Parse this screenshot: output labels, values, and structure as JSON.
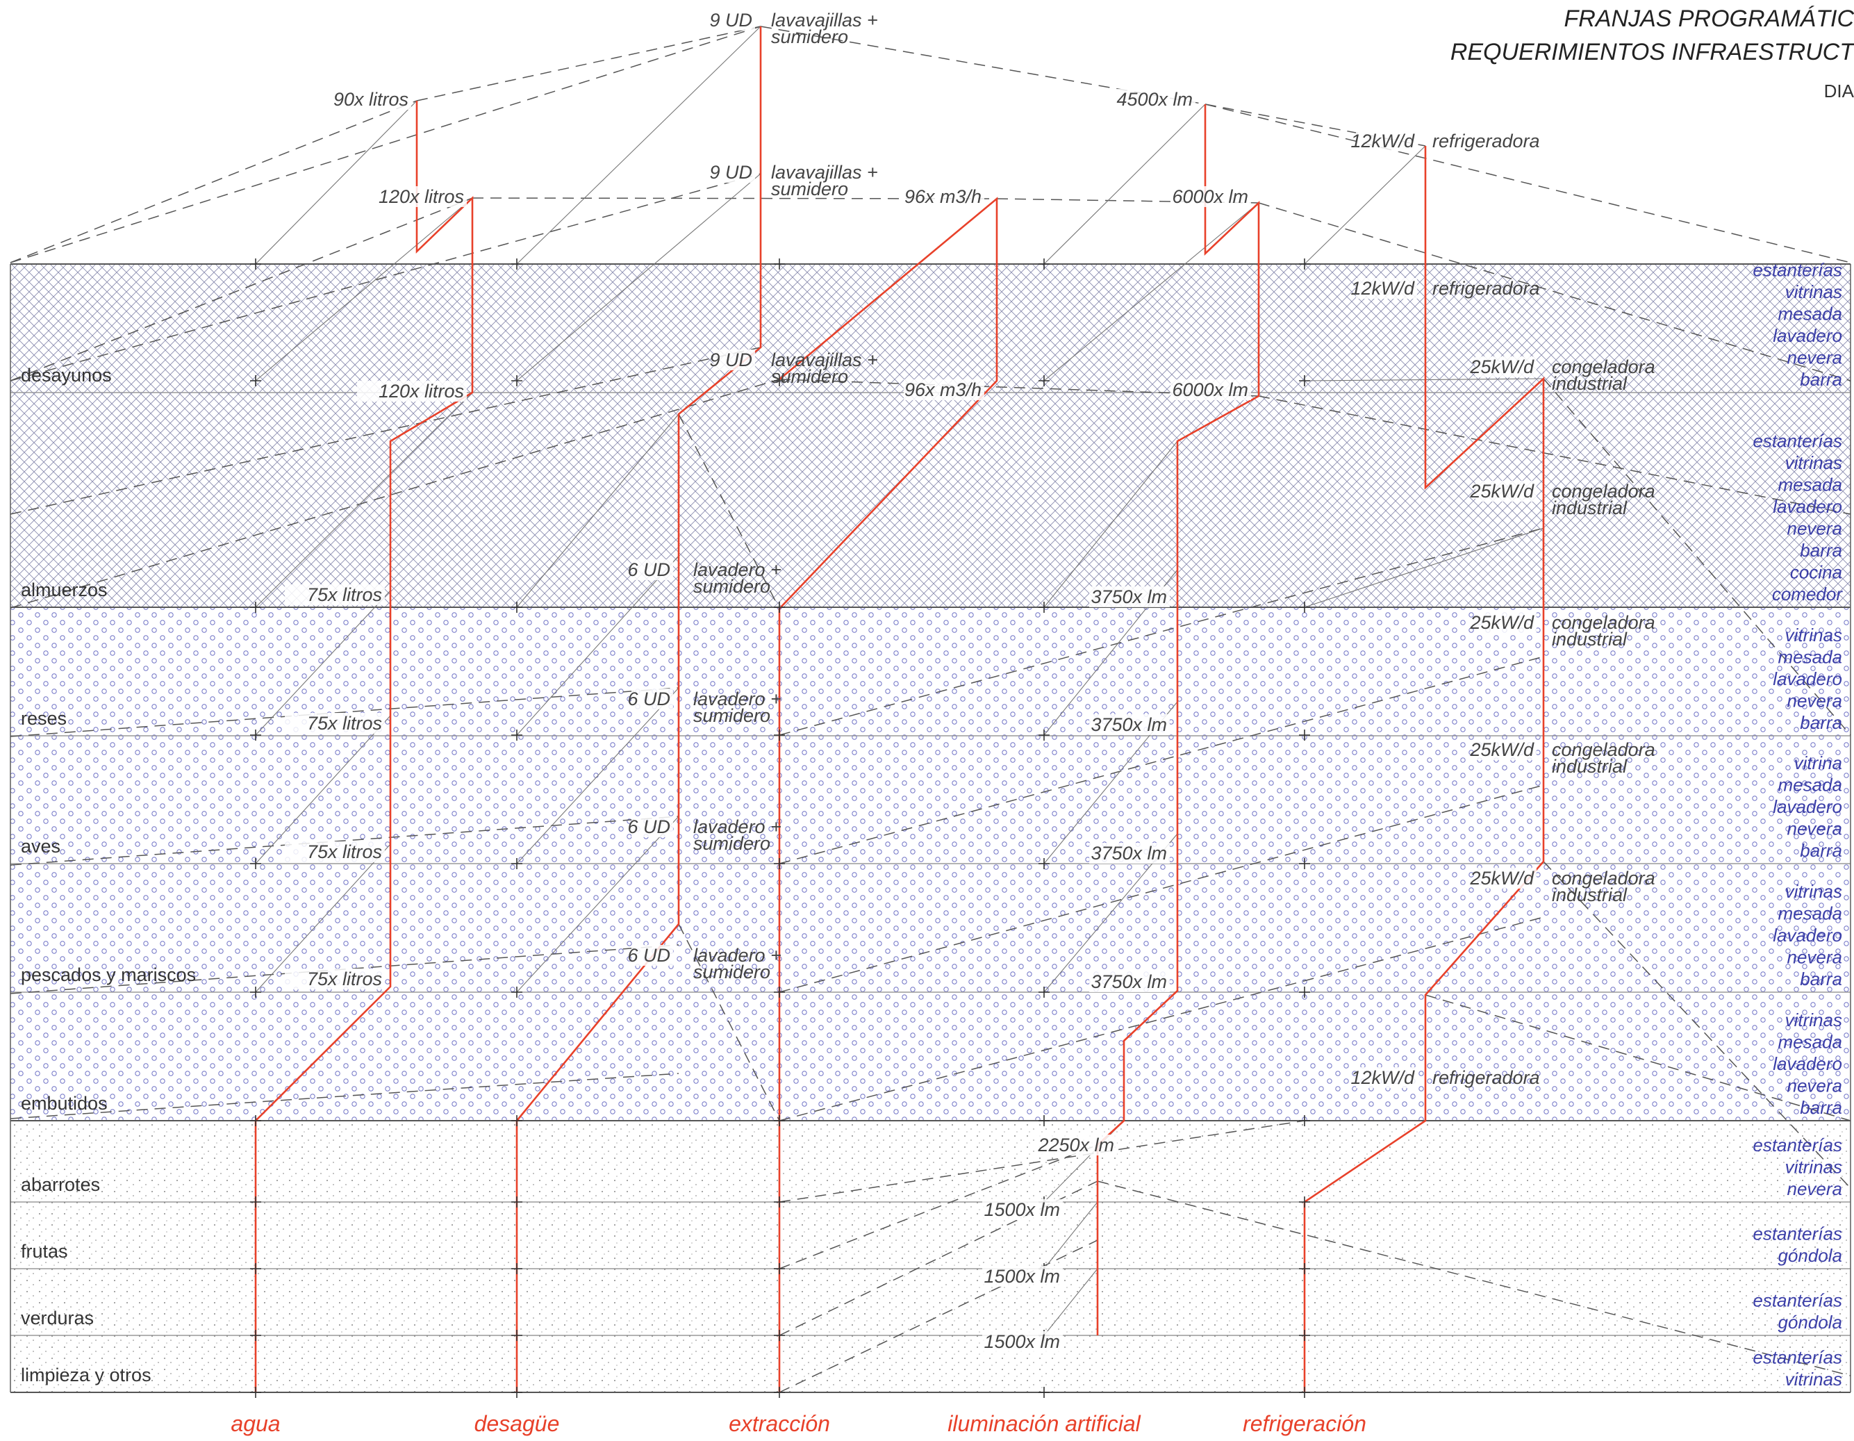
{
  "title": {
    "line1": "FRANJAS PROGRAMÁTIC",
    "line2": "REQUERIMIENTOS INFRAESTRUCT",
    "line3": "DIA"
  },
  "systems": [
    {
      "id": "agua",
      "label": "agua"
    },
    {
      "id": "desague",
      "label": "desagüe"
    },
    {
      "id": "extraccion",
      "label": "extracción"
    },
    {
      "id": "iluminacion",
      "label": "iluminación artificial"
    },
    {
      "id": "refrigeracion",
      "label": "refrigeración"
    }
  ],
  "bands": [
    {
      "id": "desayunos",
      "label": "desayunos",
      "texture": "crosshatch",
      "equipment": [
        "estanterías",
        "vitrinas",
        "mesada",
        "lavadero",
        "nevera",
        "barra"
      ]
    },
    {
      "id": "almuerzos",
      "label": "almuerzos",
      "texture": "crosshatch",
      "equipment": [
        "estanterías",
        "vitrinas",
        "mesada",
        "lavadero",
        "nevera",
        "barra",
        "cocina",
        "comedor"
      ]
    },
    {
      "id": "reses",
      "label": "reses",
      "texture": "circles",
      "equipment": [
        "vitrinas",
        "mesada",
        "lavadero",
        "nevera",
        "barra"
      ]
    },
    {
      "id": "aves",
      "label": "aves",
      "texture": "circles",
      "equipment": [
        "vitrina",
        "mesada",
        "lavadero",
        "nevera",
        "barra"
      ]
    },
    {
      "id": "pescados",
      "label": "pescados y mariscos",
      "texture": "circles",
      "equipment": [
        "vitrinas",
        "mesada",
        "lavadero",
        "nevera",
        "barra"
      ]
    },
    {
      "id": "embutidos",
      "label": "embutidos",
      "texture": "circles",
      "equipment": [
        "vitrinas",
        "mesada",
        "lavadero",
        "nevera",
        "barra"
      ]
    },
    {
      "id": "abarrotes",
      "label": "abarrotes",
      "texture": "dots",
      "equipment": [
        "estanterías",
        "vitrinas",
        "nevera"
      ]
    },
    {
      "id": "frutas",
      "label": "frutas",
      "texture": "dots",
      "equipment": [
        "estanterías",
        "góndola"
      ]
    },
    {
      "id": "verduras",
      "label": "verduras",
      "texture": "dots",
      "equipment": [
        "estanterías",
        "góndola"
      ]
    },
    {
      "id": "limpieza",
      "label": "limpieza y otros",
      "texture": "dots",
      "equipment": [
        "estanterías",
        "vitrinas"
      ]
    }
  ],
  "requirements": {
    "agua": [
      {
        "value": "90x litros"
      },
      {
        "value": "120x litros"
      },
      {
        "value": "120x litros"
      },
      {
        "value": "75x litros"
      },
      {
        "value": "75x litros"
      },
      {
        "value": "75x litros"
      },
      {
        "value": "75x litros"
      }
    ],
    "desague": [
      {
        "value": "9 UD",
        "detail1": "lavavajillas +",
        "detail2": "sumidero"
      },
      {
        "value": "9 UD",
        "detail1": "lavavajillas +",
        "detail2": "sumidero"
      },
      {
        "value": "9 UD",
        "detail1": "lavavajillas +",
        "detail2": "sumidero"
      },
      {
        "value": "6 UD",
        "detail1": "lavadero +",
        "detail2": "sumidero"
      },
      {
        "value": "6 UD",
        "detail1": "lavadero +",
        "detail2": "sumidero"
      },
      {
        "value": "6 UD",
        "detail1": "lavadero +",
        "detail2": "sumidero"
      },
      {
        "value": "6 UD",
        "detail1": "lavadero +",
        "detail2": "sumidero"
      }
    ],
    "extraccion": [
      {
        "value": "96x m3/h"
      },
      {
        "value": "96x m3/h"
      }
    ],
    "iluminacion": [
      {
        "value": "4500x lm"
      },
      {
        "value": "6000x lm"
      },
      {
        "value": "6000x lm"
      },
      {
        "value": "3750x lm"
      },
      {
        "value": "3750x lm"
      },
      {
        "value": "3750x lm"
      },
      {
        "value": "3750x lm"
      },
      {
        "value": "2250x lm"
      },
      {
        "value": "1500x lm"
      },
      {
        "value": "1500x lm"
      },
      {
        "value": "1500x lm"
      }
    ],
    "refrigeracion": [
      {
        "value": "12kW/d",
        "detail1": "refrigeradora"
      },
      {
        "value": "12kW/d",
        "detail1": "refrigeradora"
      },
      {
        "value": "25kW/d",
        "detail1": "congeladora",
        "detail2": "industrial"
      },
      {
        "value": "25kW/d",
        "detail1": "congeladora",
        "detail2": "industrial"
      },
      {
        "value": "25kW/d",
        "detail1": "congeladora",
        "detail2": "industrial"
      },
      {
        "value": "25kW/d",
        "detail1": "congeladora",
        "detail2": "industrial"
      },
      {
        "value": "25kW/d",
        "detail1": "congeladora",
        "detail2": "industrial"
      },
      {
        "value": "12kW/d",
        "detail1": "refrigeradora"
      }
    ]
  },
  "colors": {
    "riser": "#e8412a",
    "equipment_text": "#3b3fa8",
    "guide": "#555555",
    "band_line": "#9a9a9a"
  }
}
